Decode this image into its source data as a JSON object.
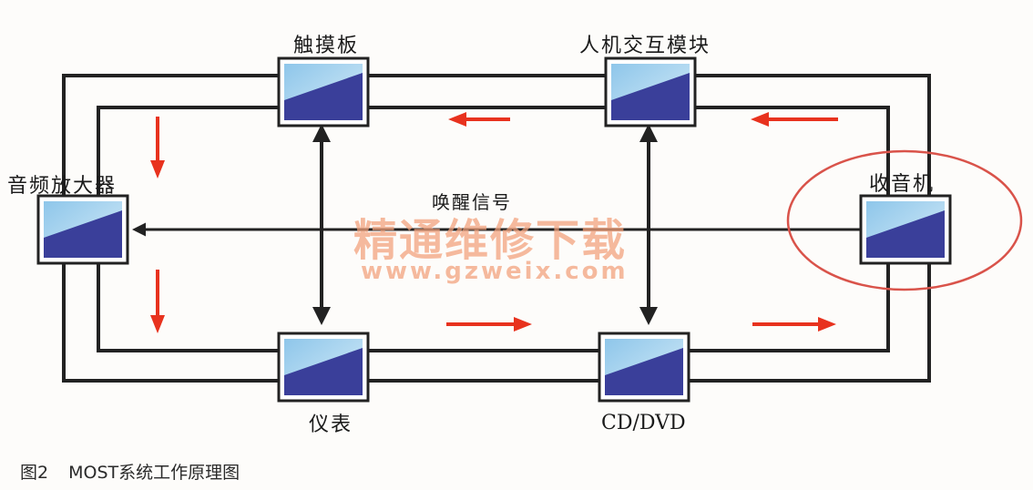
{
  "nodes": {
    "touchpad": "触摸板",
    "hmi": "人机交互模块",
    "amplifier": "音频放大器",
    "radio": "收音机",
    "instrument": "仪表",
    "cddvd": "CD/DVD"
  },
  "wake_signal_label": "唤醒信号",
  "watermark": {
    "title": "精通维修下载",
    "url": "www.gzweix.com"
  },
  "caption": {
    "figure": "图2",
    "text": "MOST系统工作原理图"
  },
  "colors": {
    "ring": "#222222",
    "flow_arrow": "#e8321e",
    "highlight_ellipse": "#d9534a",
    "module_light": "#a9d3ee",
    "module_dark": "#3a3f9a"
  }
}
